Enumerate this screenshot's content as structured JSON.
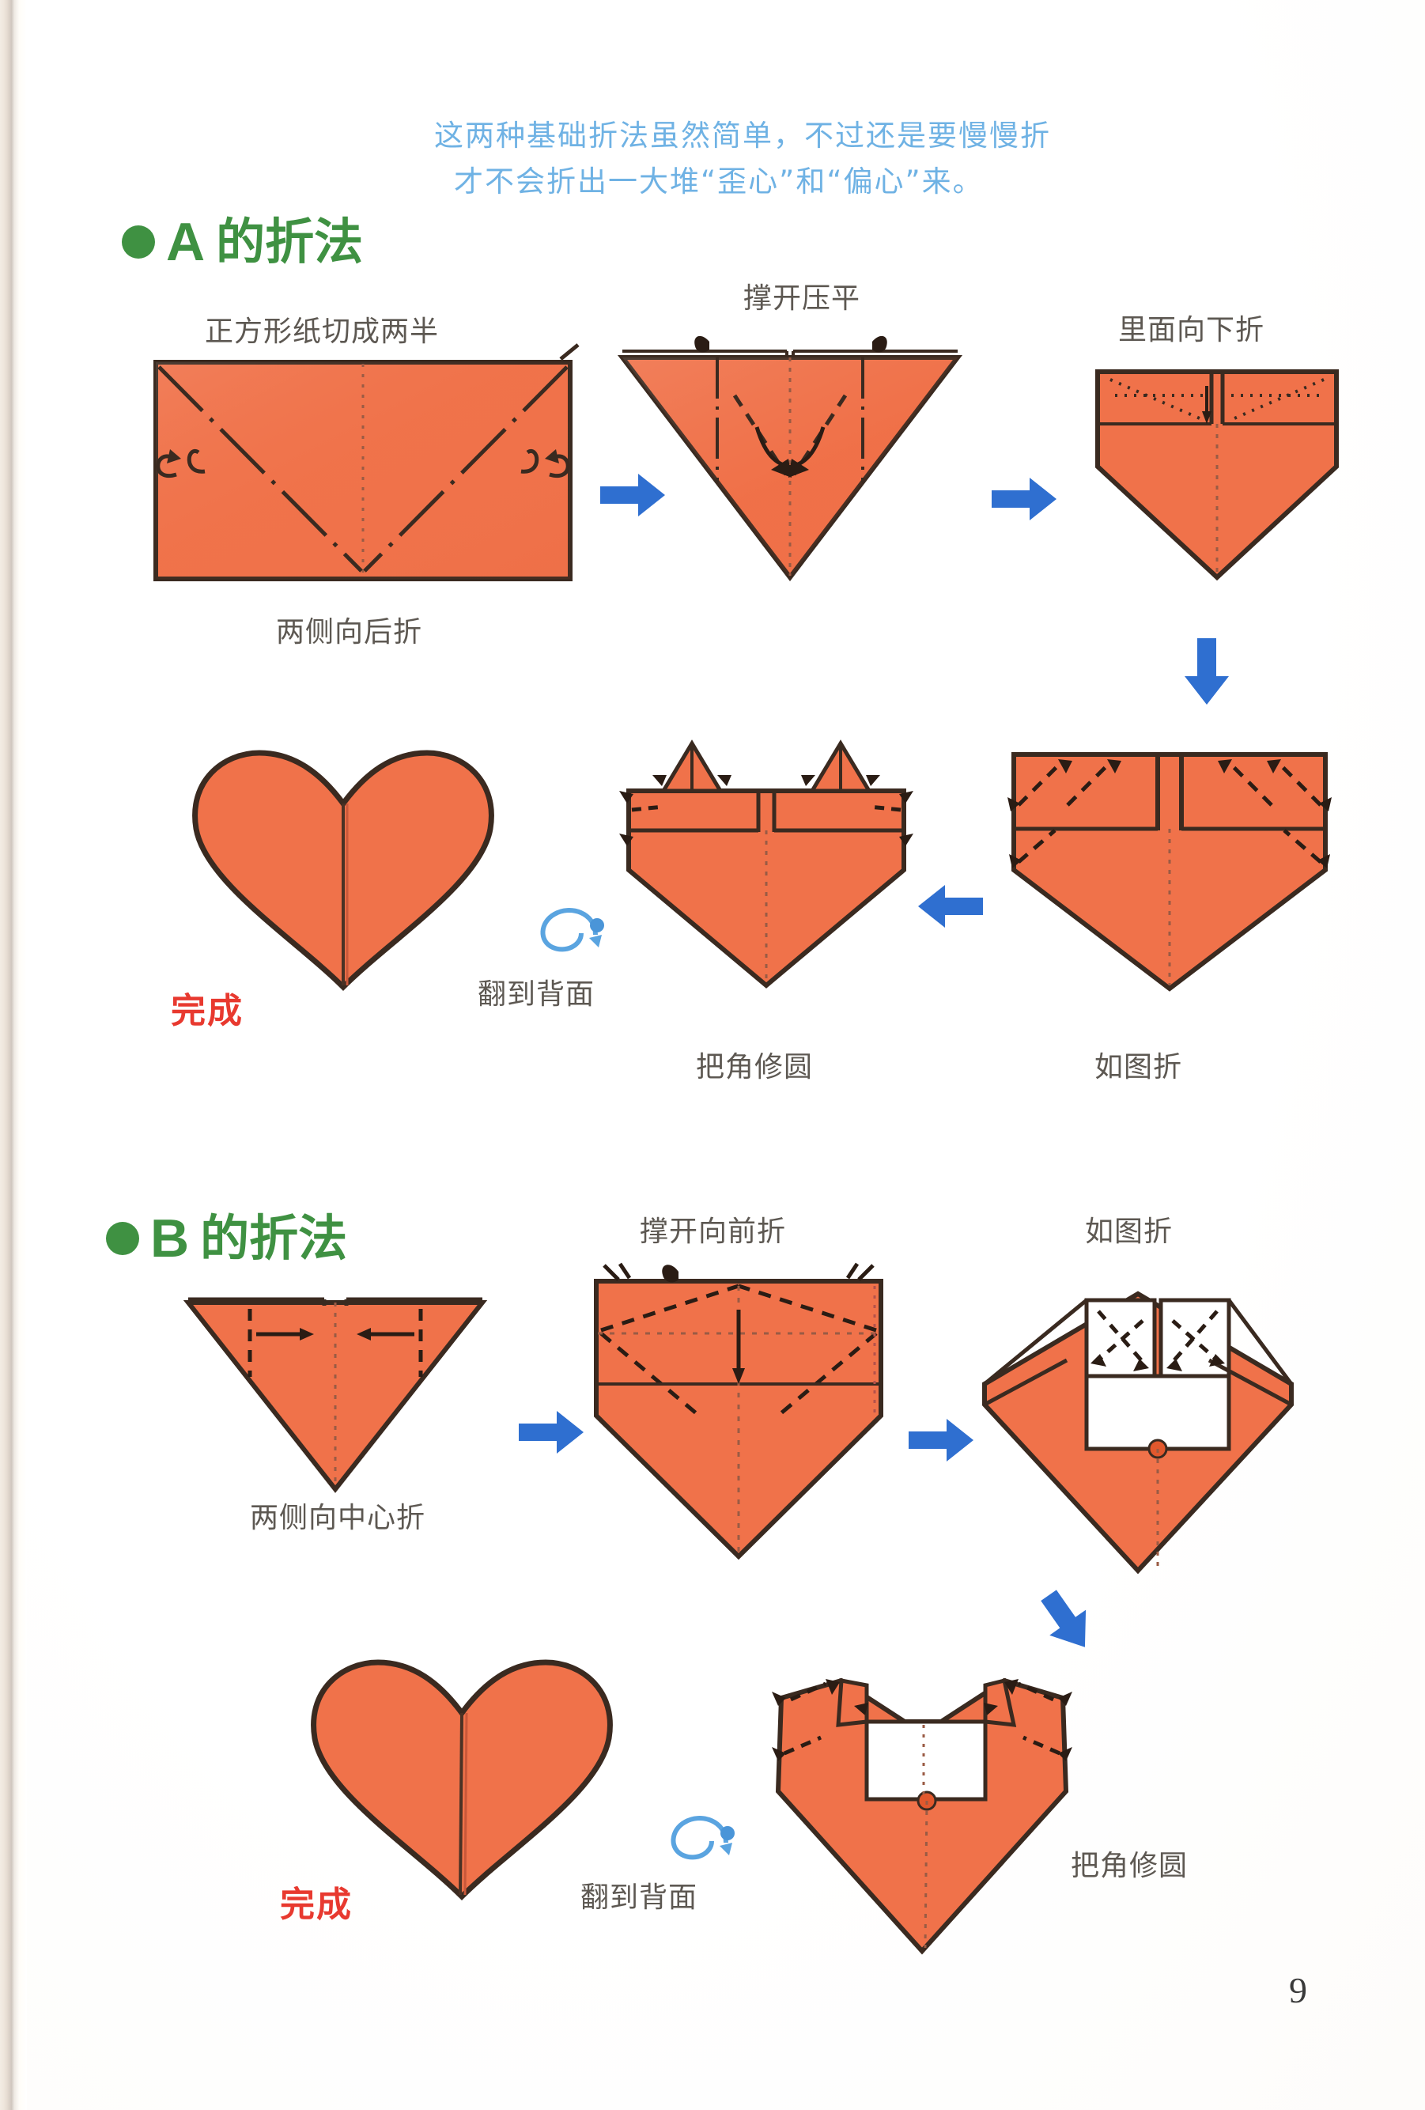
{
  "page": {
    "number": "9",
    "intro_line1": "这两种基础折法虽然简单，不过还是要慢慢折",
    "intro_line2": "才不会折出一大堆“歪心”和“偏心”来。",
    "intro_color": "#6fb2e4",
    "paper_color": "#f0724a",
    "accent_green": "#3f9142",
    "done_red": "#e8392f",
    "arrow_blue": "#2f6fd0"
  },
  "sections": [
    {
      "id": "a",
      "bullet": "●",
      "letter": "A",
      "title": "的折法",
      "steps": [
        {
          "id": "a1",
          "caption_top": "正方形纸切成两半",
          "caption_bottom": "两侧向后折"
        },
        {
          "id": "a2",
          "caption_top": "撑开压平",
          "caption_bottom": ""
        },
        {
          "id": "a3",
          "caption_top": "里面向下折",
          "caption_bottom": ""
        },
        {
          "id": "a4",
          "caption_top": "",
          "caption_bottom": "如图折"
        },
        {
          "id": "a5",
          "caption_top": "",
          "caption_bottom": "把角修圆"
        },
        {
          "id": "a6",
          "caption_top": "",
          "caption_bottom": "完成"
        }
      ],
      "flip_label": "翻到背面"
    },
    {
      "id": "b",
      "bullet": "●",
      "letter": "B",
      "title": "的折法",
      "steps": [
        {
          "id": "b1",
          "caption_top": "",
          "caption_bottom": "两侧向中心折"
        },
        {
          "id": "b2",
          "caption_top": "撑开向前折",
          "caption_bottom": ""
        },
        {
          "id": "b3",
          "caption_top": "如图折",
          "caption_bottom": ""
        },
        {
          "id": "b4",
          "caption_top": "",
          "caption_bottom": "把角修圆"
        },
        {
          "id": "b5",
          "caption_top": "",
          "caption_bottom": "完成"
        }
      ],
      "flip_label": "翻到背面"
    }
  ]
}
